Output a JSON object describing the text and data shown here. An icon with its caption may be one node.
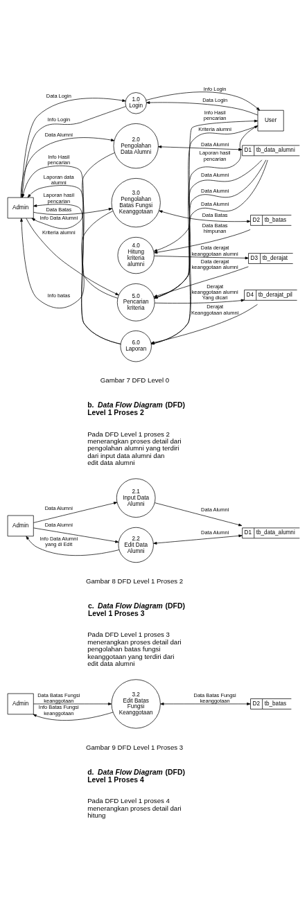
{
  "diagram": {
    "nodes": [
      {
        "text": [
          "1.0",
          "Login"
        ]
      },
      {
        "text": [
          "User"
        ]
      },
      {
        "text": [
          "Admin"
        ]
      },
      {
        "text": [
          "2.0",
          "Pengolahan Data Alumni"
        ]
      },
      {
        "text": [
          "D1",
          "tb_data_alumni"
        ]
      },
      {
        "text": [
          "3.0",
          "Pengolahan Batas Fungsi Keanggotaan"
        ]
      },
      {
        "text": [
          "D2",
          "tb_batas"
        ]
      },
      {
        "text": [
          "4.0",
          "Hitung kriteria alumni"
        ]
      },
      {
        "text": [
          "D3",
          "tb_derajat"
        ]
      },
      {
        "text": [
          "5.0",
          "Pencarian kriteria"
        ]
      },
      {
        "text": [
          "D4",
          "tb_derajat_pil"
        ]
      },
      {
        "text": [
          "6.0",
          "Laporan"
        ]
      },
      {
        "text": [
          "2.1",
          "Input Data Alumni"
        ]
      },
      {
        "text": [
          "Admin"
        ]
      },
      {
        "text": [
          "2.2",
          "Edit Data Alumni"
        ]
      },
      {
        "text": [
          "D1",
          "tb_data_alumni"
        ]
      },
      {
        "text": [
          "Admin"
        ]
      },
      {
        "text": [
          "3.2",
          "Edit Batas Fungsi Keanggotaan"
        ]
      },
      {
        "text": [
          "D2",
          "tb_batas"
        ]
      }
    ],
    "edges": [
      {
        "from": 2,
        "to": 0,
        "label": "Data Login",
        "arrow": "to"
      },
      {
        "from": 1,
        "to": 0,
        "label": "Data Login",
        "arrow": "to"
      },
      {
        "from": 0,
        "to": 1,
        "label": "Info Login",
        "arrow": "to"
      },
      {
        "from": 0,
        "to": 2,
        "label": "Info Login",
        "arrow": "to"
      },
      {
        "from": 2,
        "to": 3,
        "label": "Data Alumni",
        "arrow": "to"
      },
      {
        "from": 3,
        "to": 2,
        "label": "Info Data Alumni",
        "arrow": "to"
      },
      {
        "from": 3,
        "to": 4,
        "label": "Data Alumni",
        "arrow": "both"
      },
      {
        "from": 2,
        "to": 5,
        "label": "Data Batas",
        "arrow": "to"
      },
      {
        "from": 5,
        "to": 2,
        "label": "Info batas",
        "arrow": "to"
      },
      {
        "from": 5,
        "to": 6,
        "label": "Data Batas",
        "arrow": "both"
      },
      {
        "from": 6,
        "to": 7,
        "label": "Data Batas himpunan",
        "arrow": "to"
      },
      {
        "from": 4,
        "to": 7,
        "label": "Data Alumni",
        "arrow": "to"
      },
      {
        "from": 7,
        "to": 8,
        "label": "Data derajat keanggotaan alumni",
        "arrow": "to"
      },
      {
        "from": 8,
        "to": 9,
        "label": "Data derajat keanggotaan alumni",
        "arrow": "to"
      },
      {
        "from": 2,
        "to": 9,
        "label": "Kriteria alumni",
        "arrow": "to"
      },
      {
        "from": 1,
        "to": 9,
        "label": "Kriteria alumni",
        "arrow": "to"
      },
      {
        "from": 4,
        "to": 9,
        "label": "Data Alumni",
        "arrow": "to"
      },
      {
        "from": 9,
        "to": 2,
        "label": "Info Hasil pencarian",
        "arrow": "to"
      },
      {
        "from": 9,
        "to": 1,
        "label": "Info Hasil pencarian",
        "arrow": "to"
      },
      {
        "from": 9,
        "to": 10,
        "label": "Derajat keanggotaan alumni Yang dicari",
        "arrow": "to"
      },
      {
        "from": 10,
        "to": 11,
        "label": "Derajat Keanggotaan alumni",
        "arrow": "to"
      },
      {
        "from": 11,
        "to": 2,
        "label": "Laporan data alumni",
        "arrow": "to"
      },
      {
        "from": 11,
        "to": 2,
        "label": "Laporan hasil pencarian",
        "arrow": "to"
      },
      {
        "from": 4,
        "to": 11,
        "label": "Data Alumni",
        "arrow": "to"
      },
      {
        "from": 11,
        "to": 1,
        "label": "Laporan hasil pencarian",
        "arrow": "to"
      },
      {
        "from": 13,
        "to": 12,
        "label": "Data Alumni",
        "arrow": "to"
      },
      {
        "from": 12,
        "to": 15,
        "label": "Data Alumni",
        "arrow": "to"
      },
      {
        "from": 13,
        "to": 14,
        "label": "Data Alumni",
        "arrow": "to"
      },
      {
        "from": 14,
        "to": 15,
        "label": "Data Alumni",
        "arrow": "both"
      },
      {
        "from": 14,
        "to": 13,
        "label": "Info Data Alumni yang di Edit",
        "arrow": "to"
      },
      {
        "from": 16,
        "to": 17,
        "label": "Data Batas Fungsi keanggotaan",
        "arrow": "to"
      },
      {
        "from": 17,
        "to": 18,
        "label": "Data Batas Fungsi keanggotaan",
        "arrow": "both"
      },
      {
        "from": 17,
        "to": 16,
        "label": "Info Batas Fungsi keanggotaan",
        "arrow": "to"
      }
    ],
    "labels": [
      "Gambar 7 DFD Level 0",
      "b. *Data Flow Diagram* (DFD) Level 1 Proses 2",
      "Pada DFD Level 1 proses 2 menerangkan proses detail dari pengolahan alumni yang terdiri dari input data alumni dan edit data alumni",
      "Gambar 8 DFD Level 1 Proses 2",
      "c. *Data Flow Diagram* (DFD) Level 1 Proses 3",
      "Pada DFD Level 1 proses 3 menerangkan proses detail dari pengolahan batas fungsi keanggotaan yang terdiri dari edit data alumni",
      "Gambar 9 DFD Level 1 Proses 3",
      "d. *Data Flow Diagram* (DFD) Level 1 Proses 4",
      "Pada DFD Level 1 proses 4 menerangkan proses detail dari hitung"
    ]
  }
}
